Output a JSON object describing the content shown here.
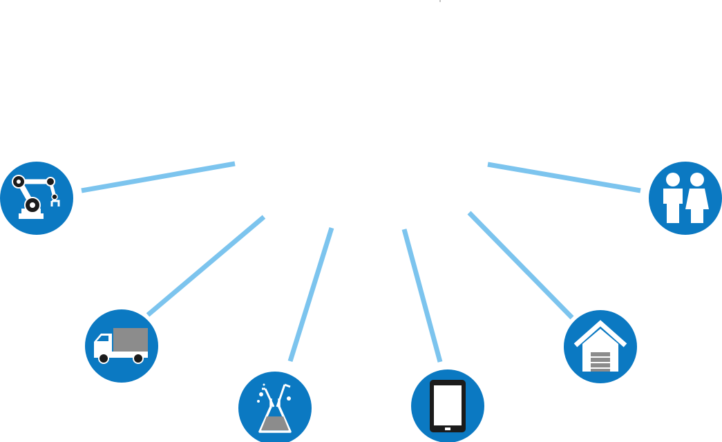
{
  "colors": {
    "connector": "#7cc4ee",
    "node_fill": "#0b79c2",
    "icon_white": "#ffffff",
    "icon_dark": "#1b1b1b",
    "icon_gray": "#8c8c8c"
  },
  "nodes": [
    {
      "id": "industry",
      "icon": "robot-arm-icon"
    },
    {
      "id": "transport",
      "icon": "truck-icon"
    },
    {
      "id": "chemistry",
      "icon": "lab-flask-icon"
    },
    {
      "id": "devices",
      "icon": "tablet-icon"
    },
    {
      "id": "housing",
      "icon": "house-garage-icon"
    },
    {
      "id": "people",
      "icon": "people-icon"
    }
  ]
}
